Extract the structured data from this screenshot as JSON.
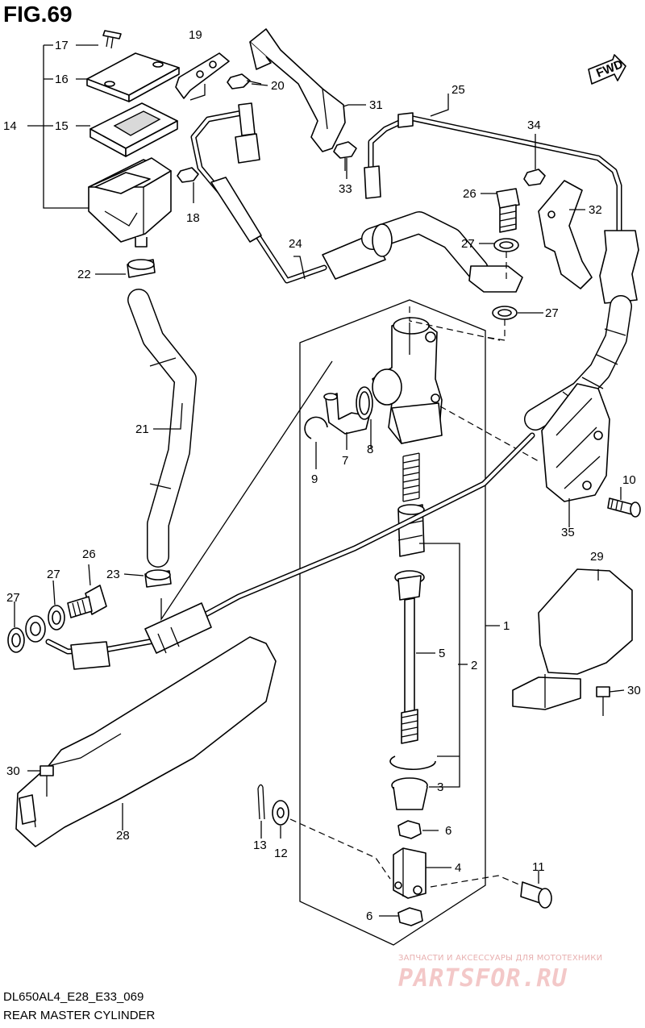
{
  "figure": {
    "title": "FIG.69",
    "model_code": "DL650AL4_E28_E33_069",
    "name": "REAR MASTER CYLINDER"
  },
  "direction_tag": "FWD",
  "watermark": {
    "caption": "ЗАПЧАСТИ И АКСЕССУАРЫ ДЛЯ МОТОТЕХНИКИ",
    "logo": "PARTSFOR.RU"
  },
  "callouts": {
    "c1": "1",
    "c2": "2",
    "c3": "3",
    "c4": "4",
    "c5": "5",
    "c6a": "6",
    "c6b": "6",
    "c7": "7",
    "c8": "8",
    "c9": "9",
    "c10": "10",
    "c11": "11",
    "c12": "12",
    "c13": "13",
    "c14": "14",
    "c15": "15",
    "c16": "16",
    "c17": "17",
    "c18": "18",
    "c19": "19",
    "c20": "20",
    "c21": "21",
    "c22": "22",
    "c23": "23",
    "c24": "24",
    "c25": "25",
    "c26a": "26",
    "c26b": "26",
    "c27a": "27",
    "c27b": "27",
    "c27c": "27",
    "c27d": "27",
    "c28": "28",
    "c29": "29",
    "c30a": "30",
    "c30b": "30",
    "c31": "31",
    "c32": "32",
    "c33": "33",
    "c34": "34",
    "c35": "35"
  },
  "colors": {
    "line": "#000000",
    "watermark": "#f3c8c8"
  }
}
